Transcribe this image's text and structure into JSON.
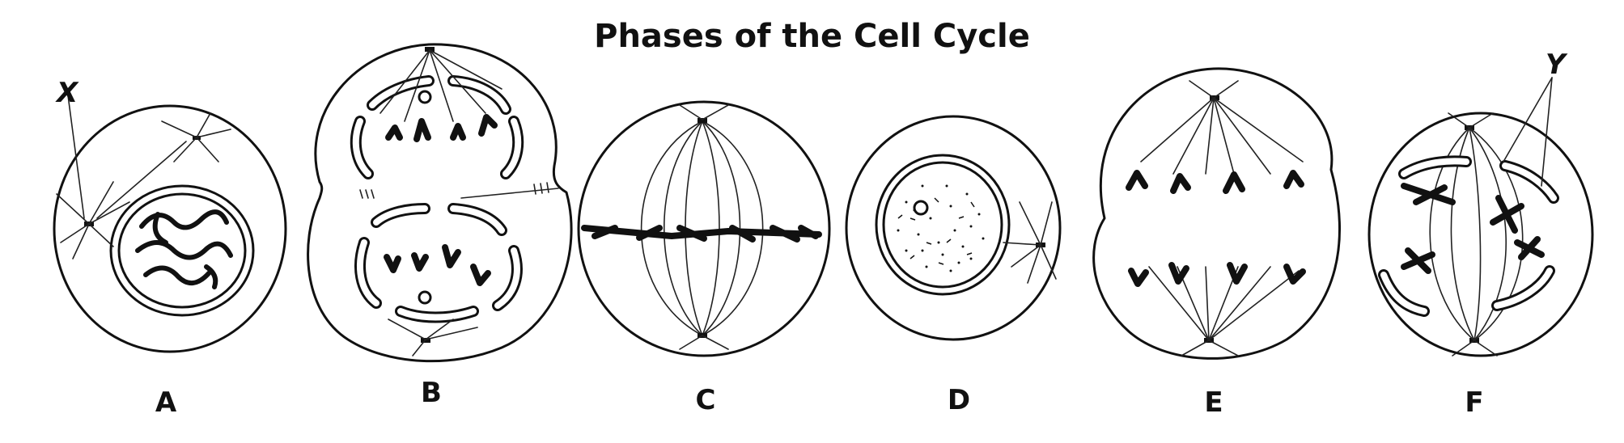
{
  "title": "Phases of the Cell Cycle",
  "callouts": {
    "x": "X",
    "y": "Y"
  },
  "cells": [
    {
      "label": "A"
    },
    {
      "label": "B"
    },
    {
      "label": "C"
    },
    {
      "label": "D"
    },
    {
      "label": "E"
    },
    {
      "label": "F"
    }
  ]
}
